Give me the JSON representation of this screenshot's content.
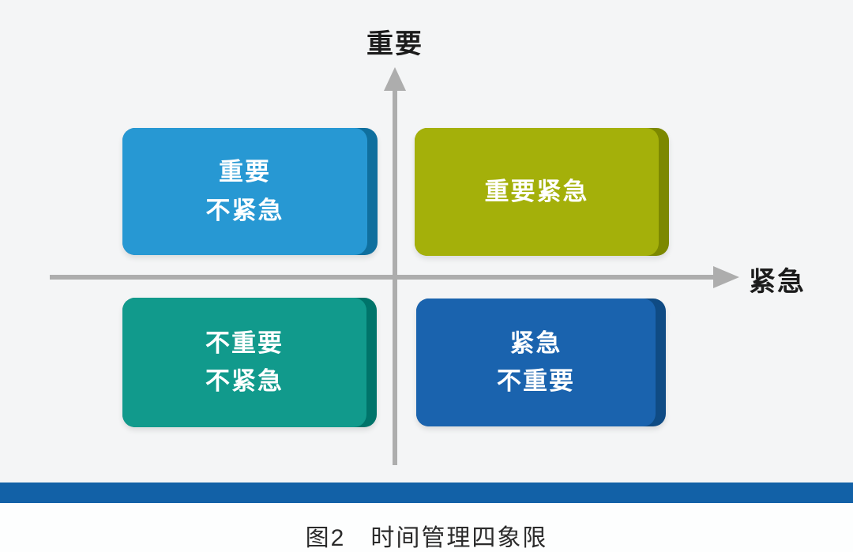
{
  "diagram": {
    "caption": "图2　时间管理四象限",
    "axes": {
      "y_label": "重要",
      "x_label": "紧急",
      "line_color": "#ADADAD"
    },
    "quadrants": [
      {
        "position": "top-left",
        "lines": [
          "重要",
          "不紧急"
        ],
        "face_color": "#2798D3",
        "edge_color": "#0F6F9E",
        "text_color": "#FFFFFF"
      },
      {
        "position": "top-right",
        "lines": [
          "重要紧急"
        ],
        "face_color": "#A4B00A",
        "edge_color": "#7C8800",
        "text_color": "#FFFFFF"
      },
      {
        "position": "bottom-left",
        "lines": [
          "不重要",
          "不紧急"
        ],
        "face_color": "#119A8C",
        "edge_color": "#00746A",
        "text_color": "#FFFFFF"
      },
      {
        "position": "bottom-right",
        "lines": [
          "紧急",
          "不重要"
        ],
        "face_color": "#1A63AE",
        "edge_color": "#0F4B84",
        "text_color": "#FFFFFF"
      }
    ],
    "footer_bar_color": "#1261A7",
    "background_color": "#F4F5F6"
  }
}
